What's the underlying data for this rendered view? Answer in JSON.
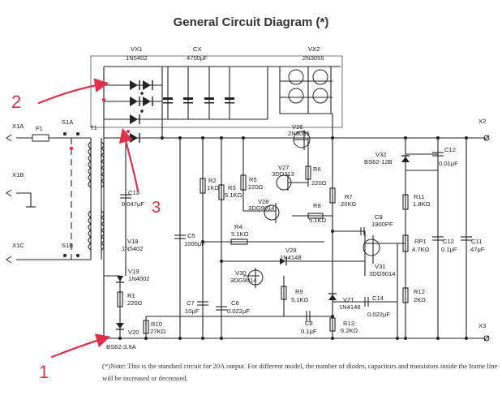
{
  "title": "General Circuit Diagram (*)",
  "note": "(*)Note: This is the standard circuit for 20A output. For different model, the number of diodes, capacitors and transistors inside the frame line will be increased or decreased.",
  "annotations": {
    "arrow1": "1",
    "arrow2": "2",
    "arrow3": "3",
    "color": "#e0304a"
  },
  "terminals": {
    "x1a": "X1A",
    "x1b": "X1B",
    "x1c": "X1C",
    "x2": "X2",
    "x3": "X3"
  },
  "components": {
    "f1": "F1",
    "s1a": "S1A",
    "s1b": "S1B",
    "t1": "T1",
    "vx1": "VX1",
    "vx1_part": "1N5402",
    "cx": "CX",
    "cx_val": "4700μF",
    "vx2": "VX2",
    "vx2_part": "2N3055",
    "v26": "V26",
    "v26_part": "2N3055",
    "v27": "V27",
    "v27_part": "3DD313",
    "v28": "V28",
    "v28_part": "3DG9014",
    "v29": "V29",
    "v29_part": "1N4148",
    "v30": "V30",
    "v30_part": "3DG9014",
    "v31": "V31",
    "v31_part": "3DG9014",
    "v32": "V32",
    "v32_part": "BS62-12B",
    "v18": "V18",
    "v18_part": "1N5402",
    "v19": "V19",
    "v19_part": "1N4002",
    "v20": "V20",
    "v20_part": "BS62-3.6A",
    "v21": "V21",
    "v21_part": "1N4148",
    "r1": "R1",
    "r1_val": "220Ω",
    "r2": "R2",
    "r2_val": "1KΩ",
    "r3": "R3",
    "r3_val": "5.1KΩ",
    "r4": "R4",
    "r4_val": "5.1KΩ",
    "r5": "R5",
    "r5_val": "220Ω",
    "r6": "R6",
    "r6_val": "220Ω",
    "r7": "R7",
    "r7_val": "20KΩ",
    "r8": "R8",
    "r8_val": "5.1KΩ",
    "r9": "R9",
    "r9_val": "5.1KΩ",
    "r10": "R10",
    "r10_val": "27KΩ",
    "r11": "R11",
    "r11_val": "1.8KΩ",
    "r12": "R12",
    "r12_val": "2KΩ",
    "r13": "R13",
    "r13_val": "6.2KΩ",
    "rp1": "RP1",
    "rp1_val": "4.7KΩ",
    "c5": "C5",
    "c5_val": "1000μF",
    "c6": "C6",
    "c6_val": "0.022μF",
    "c7": "C7",
    "c7_val": "10μF",
    "c8": "C8",
    "c8_val": "0.1μF",
    "c9": "C9",
    "c9_val": "1900PF",
    "c11": "C11",
    "c11_val": "47μF",
    "c12a": "C12",
    "c12a_val": "0.01μF",
    "c12b": "C12",
    "c12b_val": "0.1μF",
    "c13": "C13",
    "c13_val": "0.047μF",
    "c14": "C14",
    "c14_val": "0.022μF"
  }
}
